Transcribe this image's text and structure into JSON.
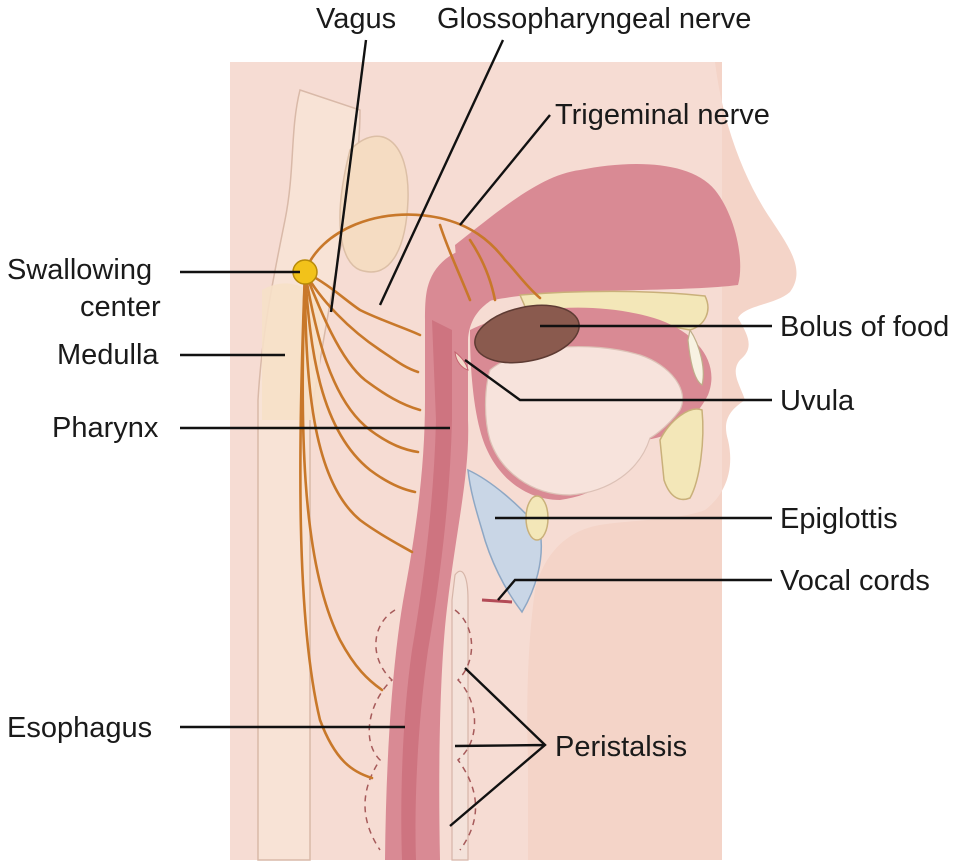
{
  "labels": {
    "vagus": "Vagus",
    "glossopharyngeal": "Glossopharyngeal nerve",
    "trigeminal": "Trigeminal nerve",
    "swallowing_center_1": "Swallowing",
    "swallowing_center_2": "center",
    "medulla": "Medulla",
    "pharynx": "Pharynx",
    "esophagus": "Esophagus",
    "bolus": "Bolus of food",
    "uvula": "Uvula",
    "epiglottis": "Epiglottis",
    "vocal_cords": "Vocal cords",
    "peristalsis": "Peristalsis"
  },
  "colors": {
    "background_panel": "#f6dcd3",
    "face_skin": "#f4d4c8",
    "tissue_pink": "#d98a94",
    "tissue_dark": "#c4626f",
    "nerve": "#c8782a",
    "swallowing_center": "#f2c21a",
    "bolus": "#8a5a4e",
    "bone": "#f3e7b8",
    "epiglottis_blue": "#c9d6e6",
    "tongue": "#f7e3dc"
  }
}
